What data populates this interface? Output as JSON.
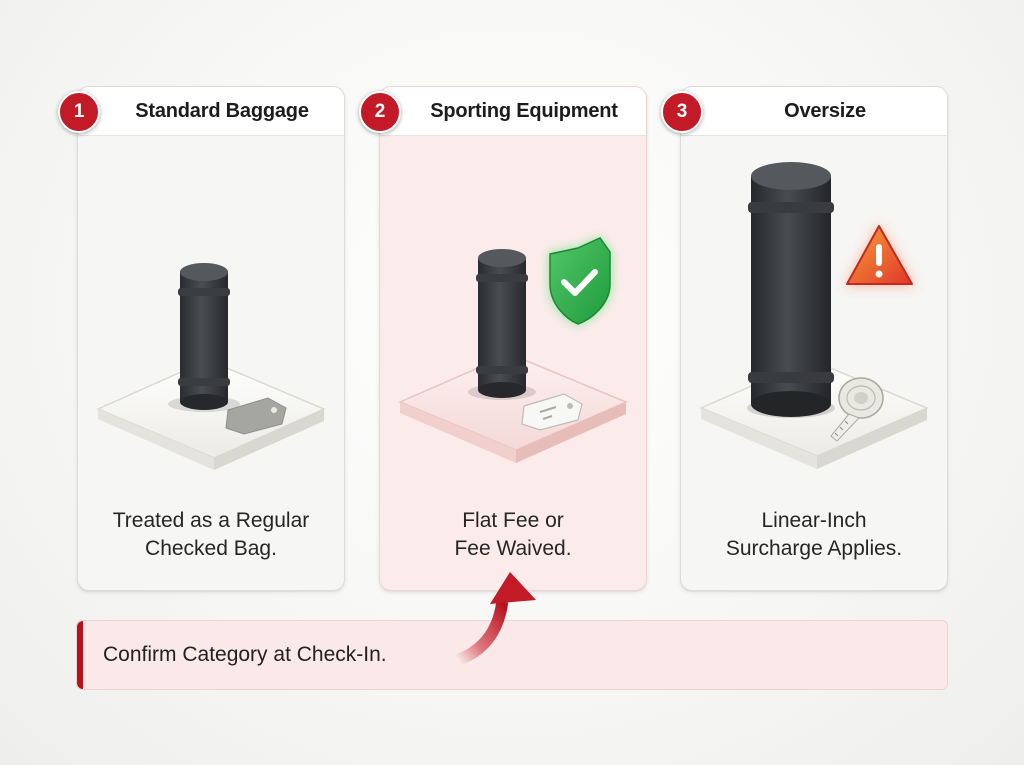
{
  "categories": [
    {
      "number": "1",
      "title": "Standard Baggage",
      "description_lines": [
        "Treated as a Regular",
        "Checked Bag."
      ],
      "icon": "tag-icon"
    },
    {
      "number": "2",
      "title": "Sporting Equipment",
      "description_lines": [
        "Flat Fee or",
        "Fee Waived."
      ],
      "icon": "shield-check-icon"
    },
    {
      "number": "3",
      "title": "Oversize",
      "description_lines": [
        "Linear-Inch",
        "Surcharge Applies."
      ],
      "icon": "warning-icon"
    }
  ],
  "banner": {
    "text": "Confirm Category at Check-In."
  },
  "colors": {
    "accent_red": "#c21a26",
    "highlight_bg": "#fbeceb",
    "success_green": "#2fb34a",
    "warning_orange": "#e8502a"
  }
}
